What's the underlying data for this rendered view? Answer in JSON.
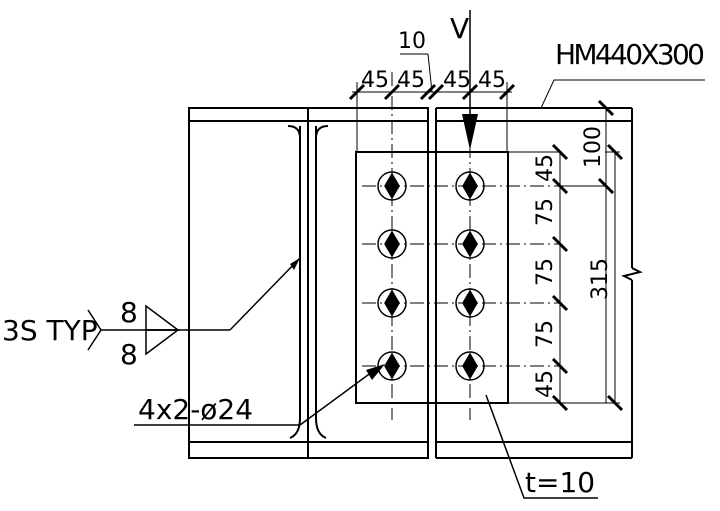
{
  "labels": {
    "shear_force": "V",
    "beam_section": "HM440X300",
    "weld_type": "3S TYP",
    "weld_size_top": "8",
    "weld_size_bottom": "8",
    "bolts": "4x2-ø24",
    "plate_thickness": "t=10"
  },
  "dimensions": {
    "gap": "10",
    "top_edge_left": "45",
    "top_pitch_left": "45",
    "top_pitch_right": "45",
    "top_edge_right": "45",
    "side_edge_top": "45",
    "side_pitch_1": "75",
    "side_pitch_2": "75",
    "side_pitch_3": "75",
    "side_edge_bottom": "45",
    "plate_offset": "100",
    "plate_height": "315"
  }
}
